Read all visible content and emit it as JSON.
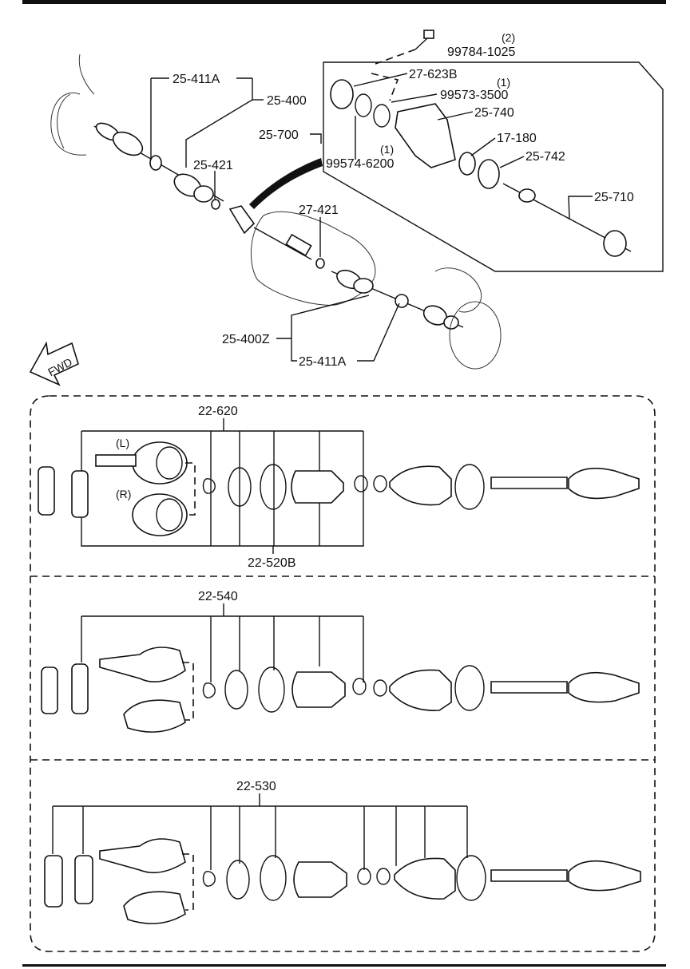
{
  "labels": {
    "p99784": "99784-1025",
    "q99784": "(2)",
    "p27623": "27-623B",
    "p99573": "99573-3500",
    "q99573": "(1)",
    "p25411a_top": "25-411A",
    "p25400": "25-400",
    "p25740": "25-740",
    "p25700": "25-700",
    "p17180": "17-180",
    "p99574": "99574-6200",
    "q99574": "(1)",
    "p25742": "25-742",
    "p25421": "25-421",
    "p25710": "25-710",
    "p27421": "27-421",
    "p25400z": "25-400Z",
    "p25411a_bot": "25-411A",
    "fwd": "FWD",
    "p22620": "22-620",
    "left": "(L)",
    "right": "(R)",
    "p22520b": "22-520B",
    "p22540": "22-540",
    "p22530": "22-530"
  }
}
